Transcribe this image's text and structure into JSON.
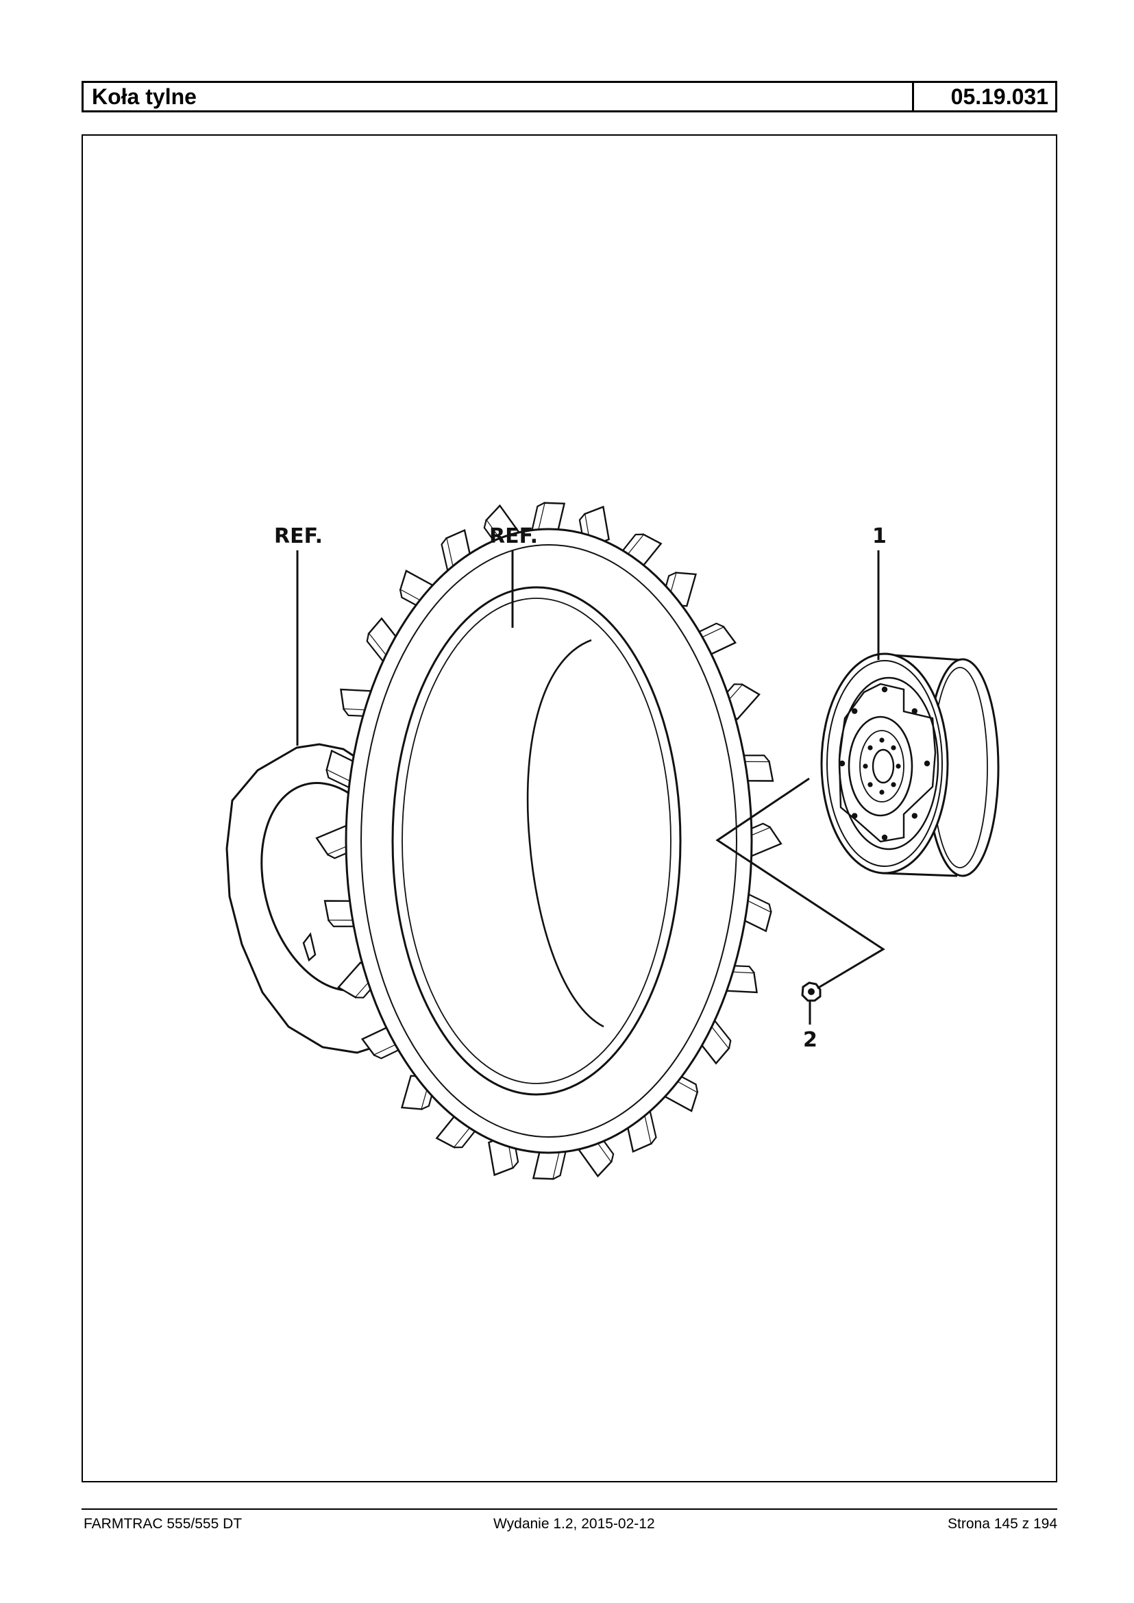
{
  "header": {
    "title": "Koła tylne",
    "code": "05.19.031"
  },
  "diagram": {
    "callouts": {
      "ref_tube": "REF.",
      "ref_tire": "REF.",
      "rim": "1",
      "nut": "2"
    }
  },
  "footer": {
    "model": "FARMTRAC 555/555 DT",
    "edition": "Wydanie 1.2,  2015-02-12",
    "page": "Strona 145 z 194"
  }
}
